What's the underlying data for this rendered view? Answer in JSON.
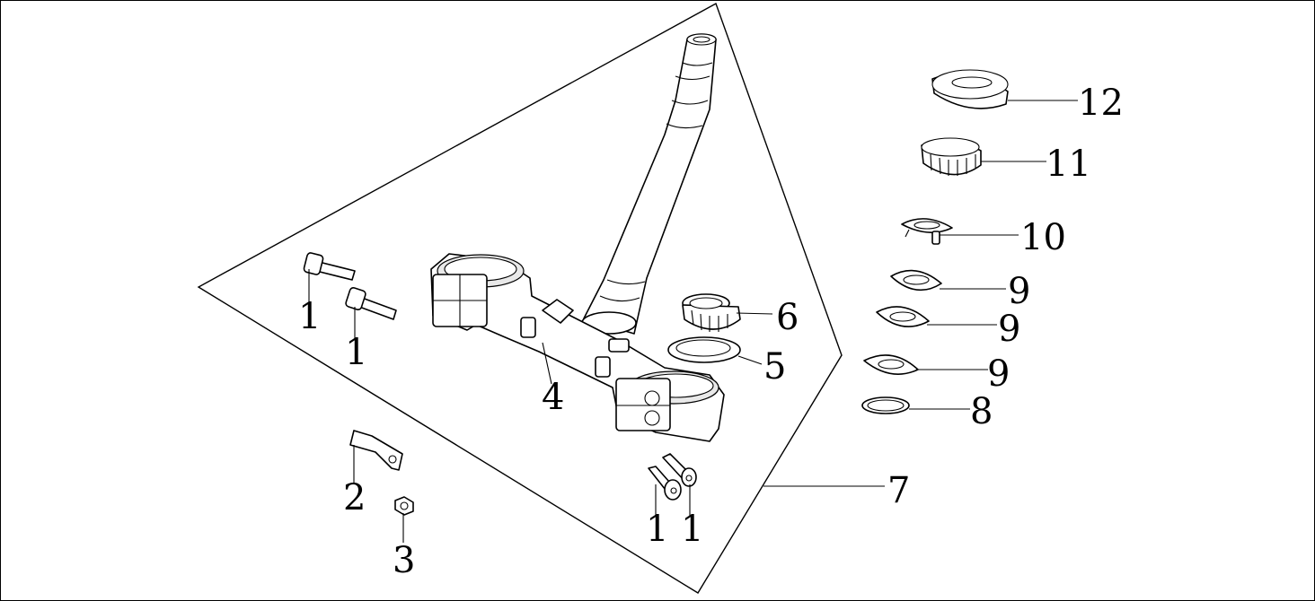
{
  "diagram": {
    "callouts": [
      {
        "id": "c1a",
        "label": "1"
      },
      {
        "id": "c1b",
        "label": "1"
      },
      {
        "id": "c1c",
        "label": "1"
      },
      {
        "id": "c1d",
        "label": "1"
      },
      {
        "id": "c2",
        "label": "2"
      },
      {
        "id": "c3",
        "label": "3"
      },
      {
        "id": "c4",
        "label": "4"
      },
      {
        "id": "c5",
        "label": "5"
      },
      {
        "id": "c6",
        "label": "6"
      },
      {
        "id": "c7",
        "label": "7"
      },
      {
        "id": "c8",
        "label": "8"
      },
      {
        "id": "c9a",
        "label": "9"
      },
      {
        "id": "c9b",
        "label": "9"
      },
      {
        "id": "c9c",
        "label": "9"
      },
      {
        "id": "c10",
        "label": "10"
      },
      {
        "id": "c11",
        "label": "11"
      },
      {
        "id": "c12",
        "label": "12"
      }
    ]
  }
}
